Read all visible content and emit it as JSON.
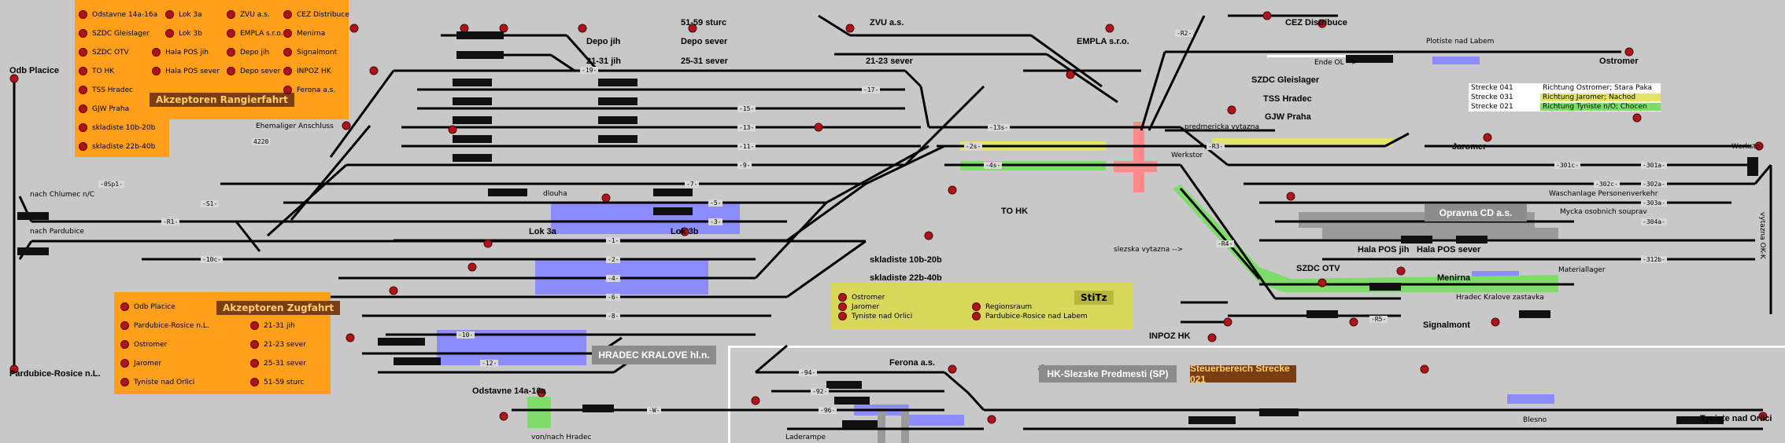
{
  "colors": {
    "background": "#c8c8c8",
    "track": "#000000",
    "accept_panel": "#ff9f1a",
    "acceptor_title_bg": "#7a3e12",
    "signal": "#b0141a",
    "occupied_block": "#8c8cff",
    "strecke_041": "#ffffff",
    "strecke_031": "#e3e36a",
    "strecke_021": "#7ddc6a"
  },
  "panels": {
    "rangier": {
      "title": "Akzeptoren Rangierfahrt",
      "items": [
        "Odstavne 14a-16a",
        "Lok 3a",
        "ZVU a.s.",
        "CEZ Distribuce",
        "SZDC Gleislager",
        "Lok 3b",
        "EMPLA s.r.o.",
        "Menirna",
        "SZDC OTV",
        "Hala POS jih",
        "Depo jih",
        "Signalmont",
        "TO HK",
        "Hala POS sever",
        "Depo sever",
        "INPOZ HK",
        "TSS Hradec",
        "Ferona a.s.",
        "GJW Praha",
        "skladiste 10b-20b",
        "skladiste 22b-40b"
      ]
    },
    "zug": {
      "title": "Akzeptoren Zugfahrt",
      "items": [
        "Odb Placice",
        "Pardubice-Rosice n.L.",
        "21-31 jih",
        "Ostromer",
        "21-23 sever",
        "Jaromer",
        "25-31 sever",
        "Tyniste nad Orlici",
        "51-59 sturc"
      ]
    },
    "stitz": {
      "title": "StiTz",
      "items": [
        "Ostromer",
        "Jaromer",
        "Tyniste nad Orlici",
        "Regionsraum",
        "Pardubice-Rosice nad Labem"
      ]
    }
  },
  "station_labels": {
    "odb_placice": "Odb Placice",
    "nach_chlumec": "nach Chlumec n/C",
    "nach_pardubice": "nach Pardubice",
    "pardubice_rosice": "Pardubice-Rosice n.L.",
    "depo_jih": "Depo jih",
    "jih_21_31": "21-31 jih",
    "sturc": "51-59 sturc",
    "depo_sever": "Depo sever",
    "sever_25_31": "25-31 sever",
    "zvu": "ZVU a.s.",
    "sever_21_23": "21-23 sever",
    "empla": "EMPLA s.r.o.",
    "cez": "CEZ Distribuce",
    "ostromer": "Ostromer",
    "szdc_gleislager": "SZDC Gleislager",
    "tss_hradec": "TSS Hradec",
    "gjw_praha": "GJW Praha",
    "jaromer": "Jaromer",
    "werkstor": "Werkstor",
    "ehemaliger": "Ehemaliger Anschluss",
    "lok3a": "Lok 3a",
    "lok3b": "Lok 3b",
    "to_hk": "TO HK",
    "skladiste10": "skladiste 10b-20b",
    "skladiste22": "skladiste 22b-40b",
    "odstavne": "Odstavne 14a-16a",
    "ferona": "Ferona a.s.",
    "inpoz": "INPOZ HK",
    "hala_jih": "Hala POS jih",
    "hala_sever": "Hala POS sever",
    "szdc_otv": "SZDC OTV",
    "menirna": "Menirna",
    "signalmont": "Signalmont",
    "tyniste": "Tyniste nad Orlici",
    "blesno": "Blesno",
    "von_nach_hradec": "von/nach Hradec",
    "laderampe": "Laderampe",
    "plotiste": "Plotiste nad Labem",
    "ende_ol": "Ende OL -->",
    "predmericka": "predmericka vytazna",
    "slezska": "slezska vytazna -->",
    "waschanlage": "Waschanlage Personenverkehr",
    "mycka": "Mycka osobnich souprav",
    "materiallager": "Materiallager",
    "hk_zastavka": "Hradec Kralove zastavka",
    "vytazna_ok": "vytazna OK-K",
    "opravna": "Opravna CD a.s.",
    "hradec_hln": "HRADEC KRALOVE hl.n.",
    "hk_slezske": "HK-Slezske Predmesti (SP)",
    "steuerbereich": "Steuerbereich Strecke 021",
    "dlouha": "dlouha"
  },
  "legend": [
    {
      "strecke": "Strecke 041",
      "richtung": "Richtung Ostromer; Stara Paka"
    },
    {
      "strecke": "Strecke 031",
      "richtung": "Richtung Jaromer; Nachod"
    },
    {
      "strecke": "Strecke 021",
      "richtung": "Richtung Tyniste n/O; Chocen"
    }
  ],
  "track_numbers": [
    "-19-",
    "-17-",
    "-15-",
    "-13-",
    "-11-",
    "-9-",
    "-7-",
    "-5-",
    "-3-",
    "-1-",
    "-2-",
    "-4-",
    "-6-",
    "-8-",
    "-10-",
    "-12-",
    "-0Sp1-",
    "-S1-",
    "-R1-",
    "-10c-",
    "-13s-",
    "-2s-",
    "-4s-",
    "-R2-",
    "-R3-",
    "-R4-",
    "-R5-",
    "-301a-",
    "-302a-",
    "-303a-",
    "-304a-",
    "-301c-",
    "-302c-",
    "-312b-",
    "-W-",
    "-94-",
    "-92-",
    "-96-",
    "4220"
  ]
}
